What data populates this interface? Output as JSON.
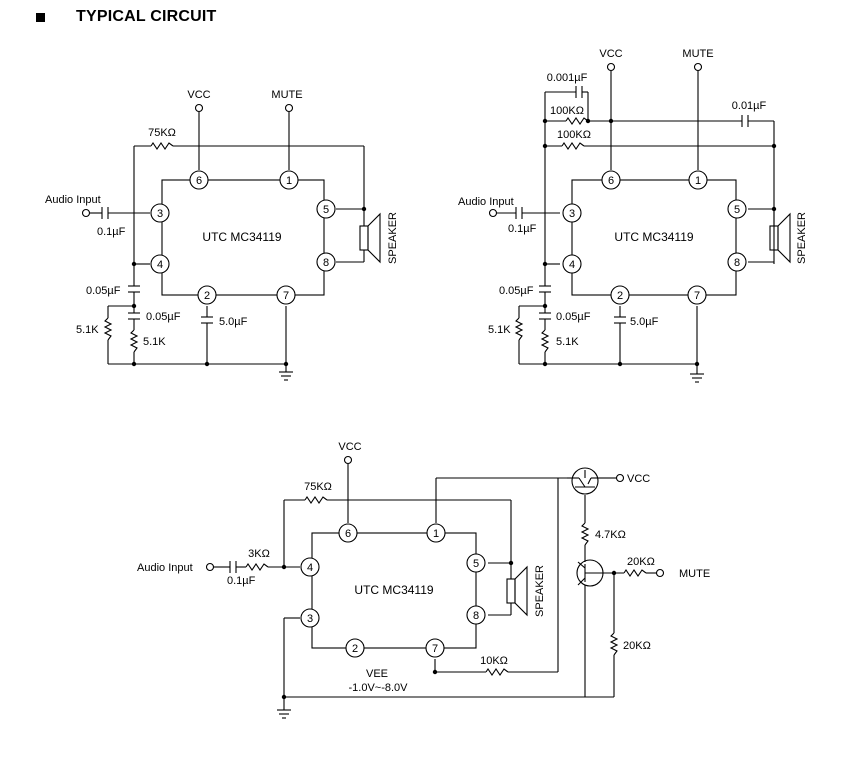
{
  "header": {
    "title": "TYPICAL CIRCUIT"
  },
  "circuit1": {
    "vcc": "VCC",
    "mute": "MUTE",
    "r_feedback": "75KΩ",
    "audio_input": "Audio Input",
    "c_in": "0.1µF",
    "chip": "UTC MC34119",
    "speaker": "SPEAKER",
    "c_bypass": "0.05µF",
    "c_filter": "0.05µF",
    "c_pin2": "5.0µF",
    "r_left": "5.1K",
    "r_right": "5.1K",
    "pins": [
      "6",
      "1",
      "3",
      "5",
      "4",
      "8",
      "2",
      "7"
    ]
  },
  "circuit2": {
    "vcc": "VCC",
    "mute": "MUTE",
    "c_top": "0.001µF",
    "r_top": "100KΩ",
    "c_right": "0.01µF",
    "r_feedback": "100KΩ",
    "audio_input": "Audio Input",
    "c_in": "0.1µF",
    "chip": "UTC MC34119",
    "speaker": "SPEAKER",
    "c_bypass": "0.05µF",
    "c_filter": "0.05µF",
    "c_pin2": "5.0µF",
    "r_left": "5.1K",
    "r_right": "5.1K",
    "pins": [
      "6",
      "1",
      "3",
      "5",
      "4",
      "8",
      "2",
      "7"
    ]
  },
  "circuit3": {
    "vcc": "VCC",
    "vcc_right": "VCC",
    "r_feedback": "75KΩ",
    "audio_input": "Audio Input",
    "r_in": "3KΩ",
    "c_in": "0.1µF",
    "chip": "UTC MC34119",
    "speaker": "SPEAKER",
    "r_collector": "4.7KΩ",
    "r_mute": "20KΩ",
    "mute": "MUTE",
    "r_bottom": "20KΩ",
    "r_vee": "10KΩ",
    "vee": "VEE",
    "vee_range": "-1.0V~-8.0V",
    "pins": [
      "6",
      "1",
      "4",
      "5",
      "3",
      "8",
      "2",
      "7"
    ]
  }
}
